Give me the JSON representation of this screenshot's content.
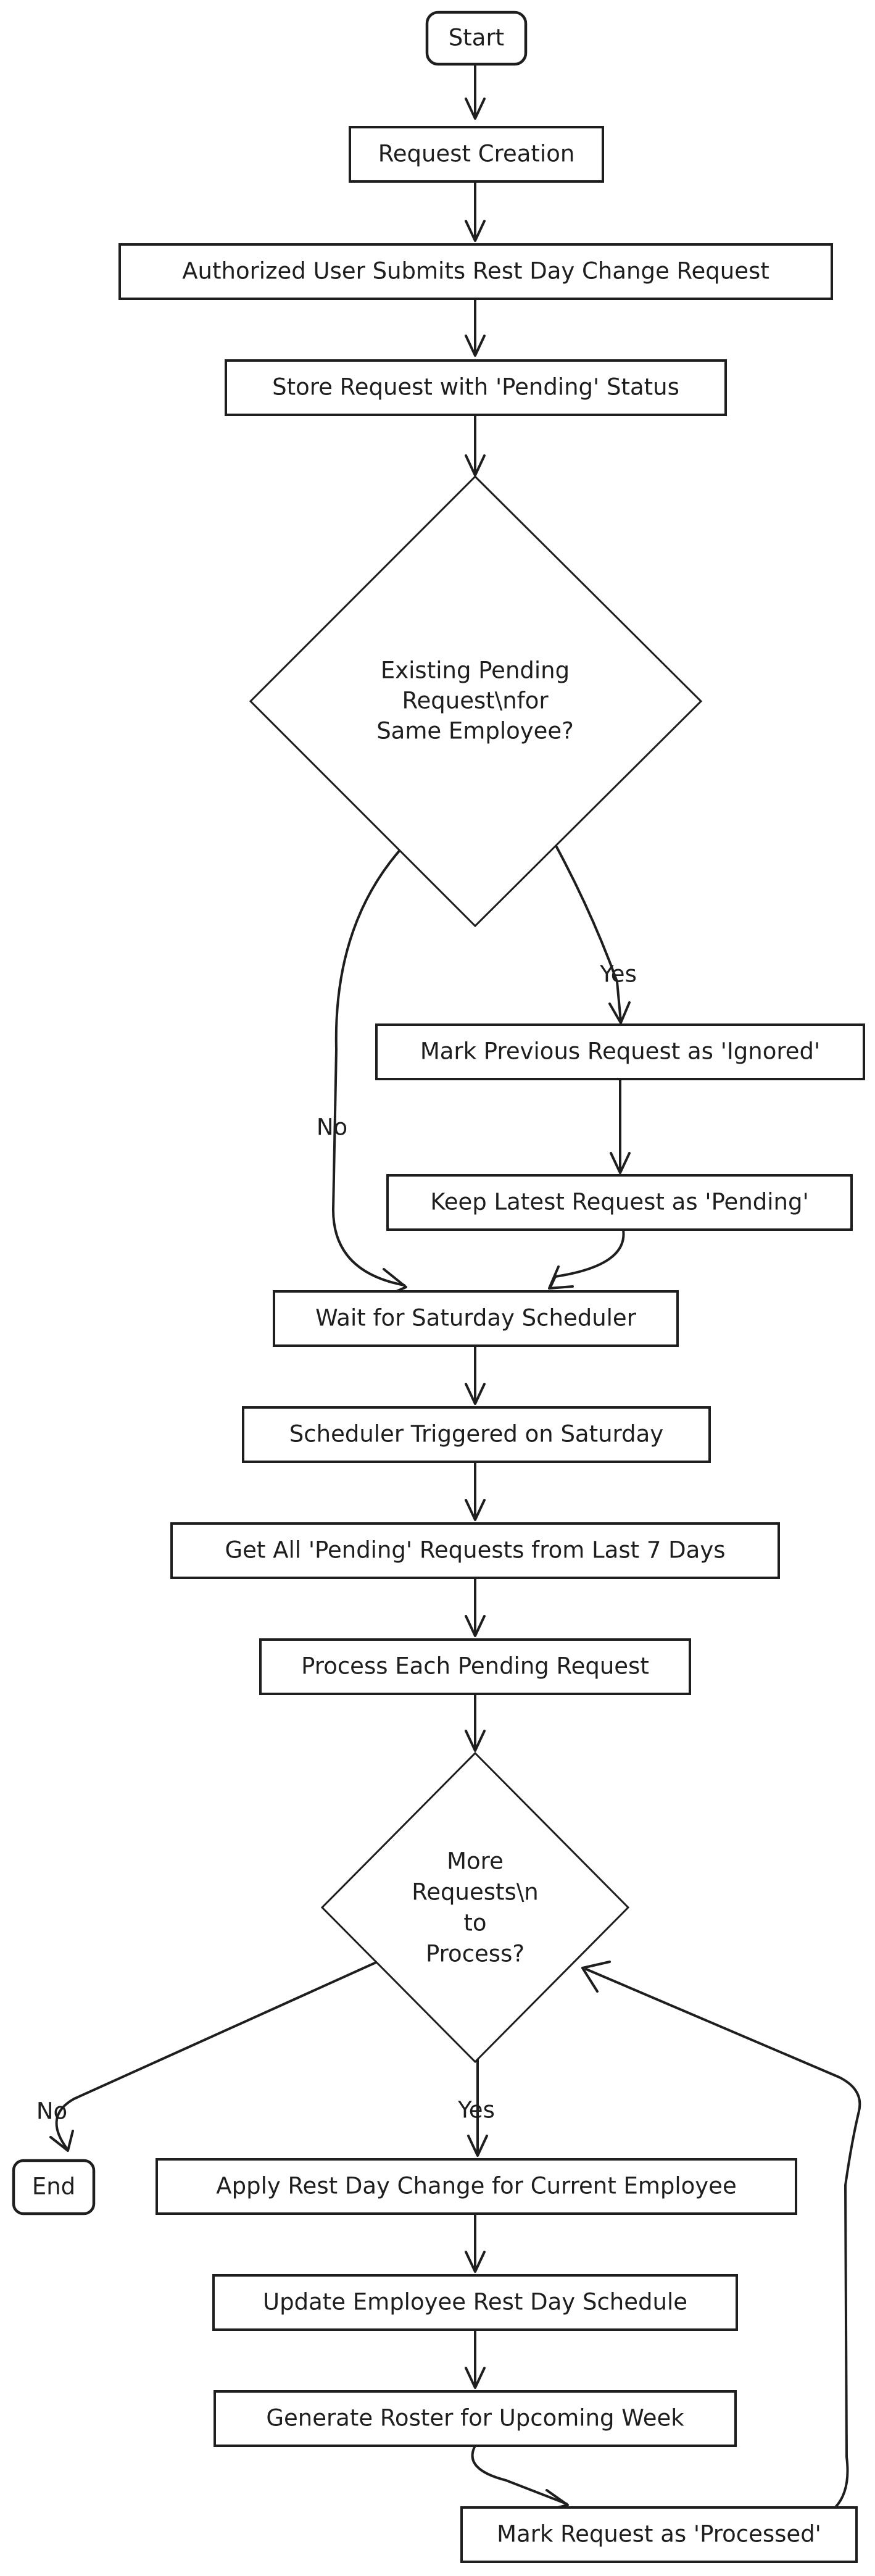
{
  "diagram": {
    "nodes": {
      "start": "Start",
      "request_creation": "Request Creation",
      "submit_request": "Authorized User Submits Rest Day Change Request",
      "store_pending": "Store Request with 'Pending' Status",
      "decision_existing": [
        "Existing Pending",
        "Request\\nfor",
        "Same Employee?"
      ],
      "mark_ignored": "Mark Previous Request as 'Ignored'",
      "keep_latest": "Keep Latest Request as 'Pending'",
      "wait_scheduler": "Wait for Saturday Scheduler",
      "scheduler_triggered": "Scheduler Triggered on Saturday",
      "get_pending": "Get All 'Pending' Requests from Last 7 Days",
      "process_each": "Process Each Pending Request",
      "decision_more": [
        "More",
        "Requests\\n",
        "to",
        "Process?"
      ],
      "end": "End",
      "apply_change": "Apply Rest Day Change for Current Employee",
      "update_schedule": "Update Employee Rest Day Schedule",
      "generate_roster": "Generate Roster for Upcoming Week",
      "mark_processed": "Mark Request as 'Processed'"
    },
    "edge_labels": {
      "existing_yes": "Yes",
      "existing_no": "No",
      "more_yes": "Yes",
      "more_no": "No"
    }
  }
}
